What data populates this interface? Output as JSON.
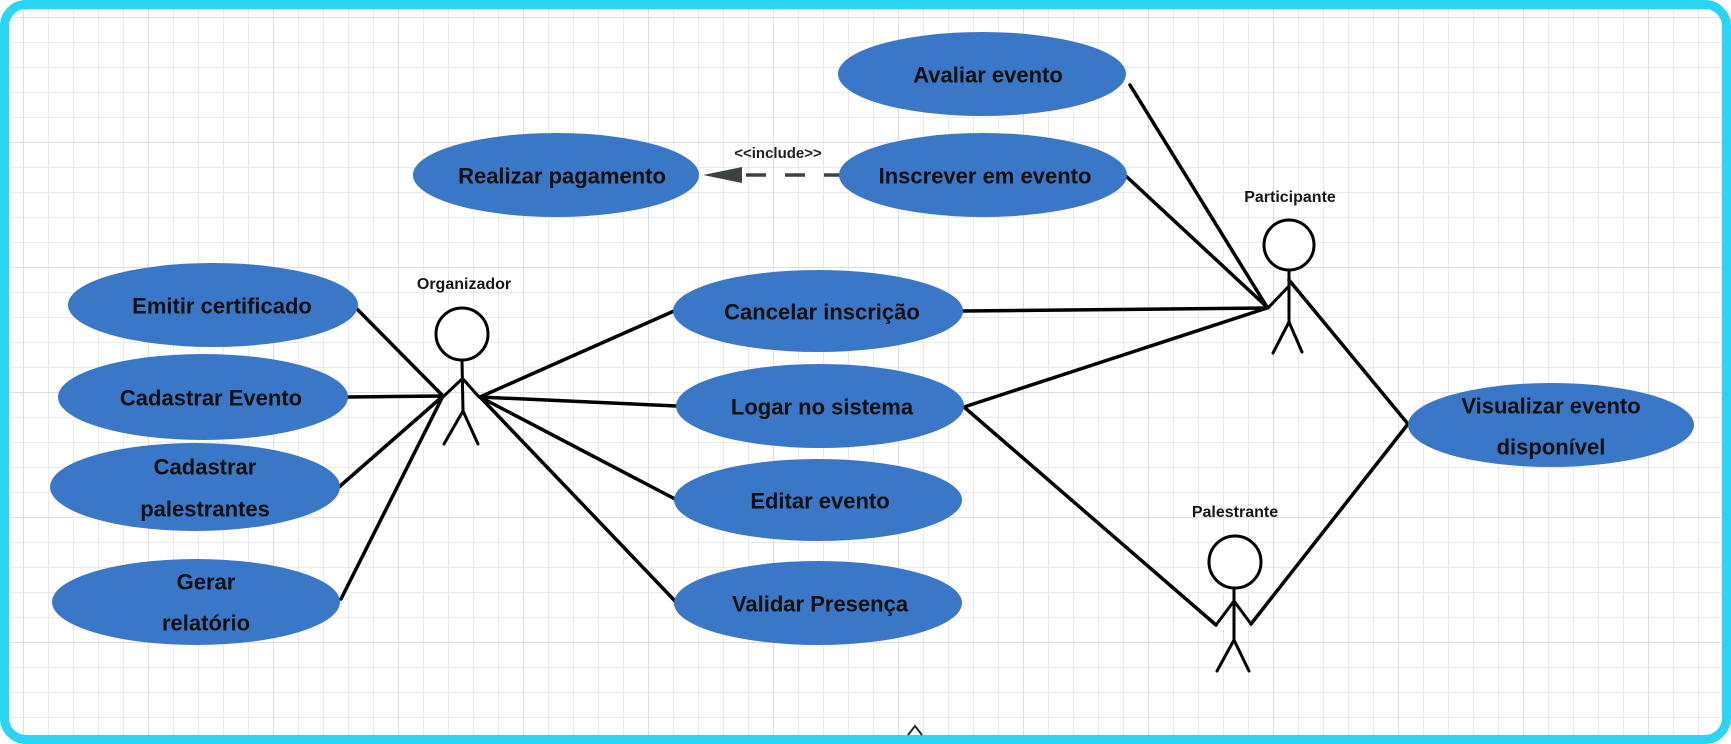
{
  "colors": {
    "ellipse_fill": "#3a77c6",
    "frame_border": "#29d4f5",
    "connector_line": "#000000",
    "include_arrow": "#3d4245",
    "grid_line": "#eaeaea",
    "canvas_background": "#ffffff",
    "shape_text": "#101010"
  },
  "actors": [
    {
      "name": "Organizador"
    },
    {
      "name": "Participante"
    },
    {
      "name": "Palestrante"
    }
  ],
  "use_cases": [
    {
      "label": "Avaliar evento"
    },
    {
      "label": "Realizar pagamento"
    },
    {
      "label": "Inscrever em evento"
    },
    {
      "label": "Emitir certificado"
    },
    {
      "label": "Cadastrar Evento"
    },
    {
      "line1": "Cadastrar",
      "line2": "palestrantes"
    },
    {
      "line1": "Gerar",
      "line2": "relatório"
    },
    {
      "label": "Cancelar inscrição"
    },
    {
      "label": "Logar no sistema"
    },
    {
      "label": "Editar evento"
    },
    {
      "label": "Validar Presença"
    },
    {
      "line1": "Visualizar evento",
      "line2": "disponível"
    }
  ],
  "relationships": {
    "include_label": "<<include>>"
  }
}
